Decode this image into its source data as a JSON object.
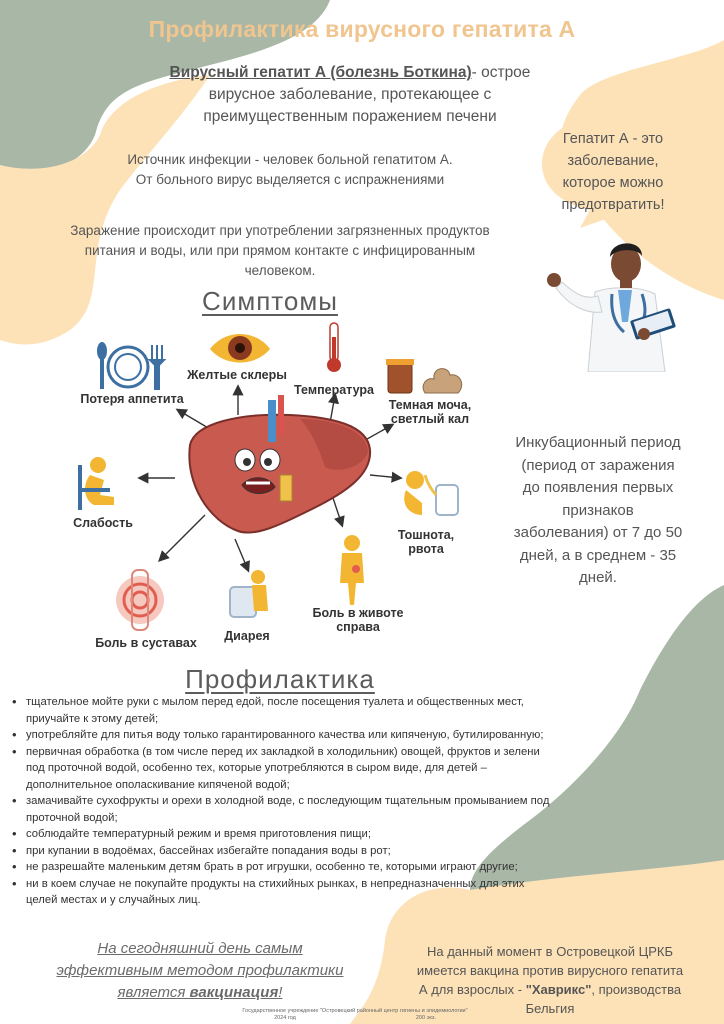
{
  "header": {
    "title": "Профилактика вирусного гепатита А"
  },
  "intro": {
    "term": "Вирусный гепатит А (болезнь Боткина)",
    "line1_rest": "- острое",
    "line2": "вирусное заболевание, протекающее с",
    "line3": "преимущественным поражением печени"
  },
  "source": {
    "line1": "Источник инфекции - человек больной гепатитом А.",
    "line2": "От больного вирус выделяется с испражнениями"
  },
  "infection": {
    "line1": "Заражение происходит при употреблении загрязненных продуктов",
    "line2": "питания и воды, или при прямом контакте с инфицированным",
    "line3": "человеком."
  },
  "bubble": {
    "line1": "Гепатит А - это",
    "line2": "заболевание,",
    "line3": "которое можно",
    "line4": "предотвратить!"
  },
  "symptoms": {
    "title": "Симптомы",
    "appetite": "Потеря аппетита",
    "sclera": "Желтые склеры",
    "temperature": "Температура",
    "urine_l1": "Темная моча,",
    "urine_l2": "светлый кал",
    "weakness": "Слабость",
    "nausea_l1": "Тошнота,",
    "nausea_l2": "рвота",
    "joints": "Боль в суставах",
    "diarrhea": "Диарея",
    "belly_l1": "Боль в животе",
    "belly_l2": "справа"
  },
  "incubation": {
    "line1": "Инкубационный период",
    "line2": "(период от заражения",
    "line3": "до появления первых",
    "line4": "признаков",
    "line5": "заболевания) от 7 до 50",
    "line6": "дней, а в среднем - 35",
    "line7": "дней."
  },
  "prevention": {
    "title": "Профилактика",
    "items": [
      {
        "l1": "тщательное мойте руки с мылом перед едой, после посещения туалета и общественных мест,",
        "l2": "приучайте к этому детей;"
      },
      {
        "l1": "употребляйте для питья воду только гарантированного качества или кипяченую, бутилированную;",
        "l2": ""
      },
      {
        "l1": "первичная обработка (в том числе перед их закладкой в холодильник) овощей, фруктов и зелени",
        "l2": "под проточной водой, особенно тех, которые употребляются в сыром виде, для детей –",
        "l3": "дополнительное ополаскивание кипяченой водой;"
      },
      {
        "l1": "замачивайте сухофрукты и орехи в холодной воде, с последующим тщательным промыванием под",
        "l2": "проточной водой;"
      },
      {
        "l1": "соблюдайте температурный режим и время приготовления пищи;",
        "l2": ""
      },
      {
        "l1": "при купании в водоёмах, бассейнах избегайте попадания воды  в рот;",
        "l2": ""
      },
      {
        "l1": "не разрешайте маленьким детям брать в рот игрушки, особенно те, которыми играют другие;",
        "l2": ""
      },
      {
        "l1": "ни в коем случае не покупайте продукты на стихийных рынках, в непредназначенных для этих",
        "l2": "целей местах и у случайных лиц."
      }
    ]
  },
  "vaccination": {
    "line1": "На сегодняшний день самым",
    "line2": "эффективным методом профилактики",
    "line3_a": "является ",
    "line3_b": "вакцинация",
    "line3_c": "!"
  },
  "vaccine_note": {
    "line1": "На данный момент в Островецкой ЦРКБ",
    "line2": "имеется вакцина против вирусного гепатита",
    "line3_a": "А для взрослых - ",
    "line3_b": "\"Хаврикс\"",
    "line3_c": ", производства",
    "line4": "Бельгия"
  },
  "footer": {
    "line1": "Государственное учреждение \"Островецкий районный центр гигиены и эпидемиологии\"",
    "line2_a": "2024 год",
    "line2_b": "200 экз."
  },
  "colors": {
    "sage": "#a9b7a6",
    "peach": "#fde2b8",
    "title": "#f0c58f",
    "liver": "#c95a4f"
  }
}
